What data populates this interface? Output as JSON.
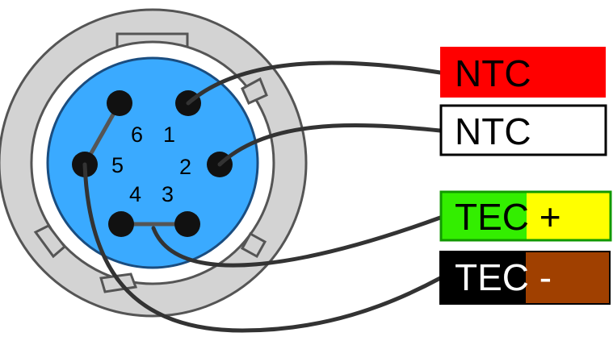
{
  "connector": {
    "pins": [
      {
        "id": "pin-1",
        "label": "1"
      },
      {
        "id": "pin-2",
        "label": "2"
      },
      {
        "id": "pin-3",
        "label": "3"
      },
      {
        "id": "pin-4",
        "label": "4"
      },
      {
        "id": "pin-5",
        "label": "5"
      },
      {
        "id": "pin-6",
        "label": "6"
      }
    ]
  },
  "wires": [
    {
      "label": "NTC",
      "box_colors": [
        "#ff0000"
      ],
      "text_color": "#000000"
    },
    {
      "label": "NTC",
      "box_colors": [
        "#ffffff"
      ],
      "text_color": "#000000"
    },
    {
      "label": "TEC +",
      "box_colors": [
        "#33ee00",
        "#ffff00"
      ],
      "text_color": "#000000"
    },
    {
      "label": "TEC -",
      "box_colors": [
        "#000000",
        "#a04000"
      ],
      "text_color": "#ffffff"
    }
  ],
  "colors": {
    "connector_body": "#d3d3d3",
    "connector_outline": "#555555",
    "pin_face": "#3aaaff",
    "pin": "#111111",
    "wire": "#333333"
  }
}
